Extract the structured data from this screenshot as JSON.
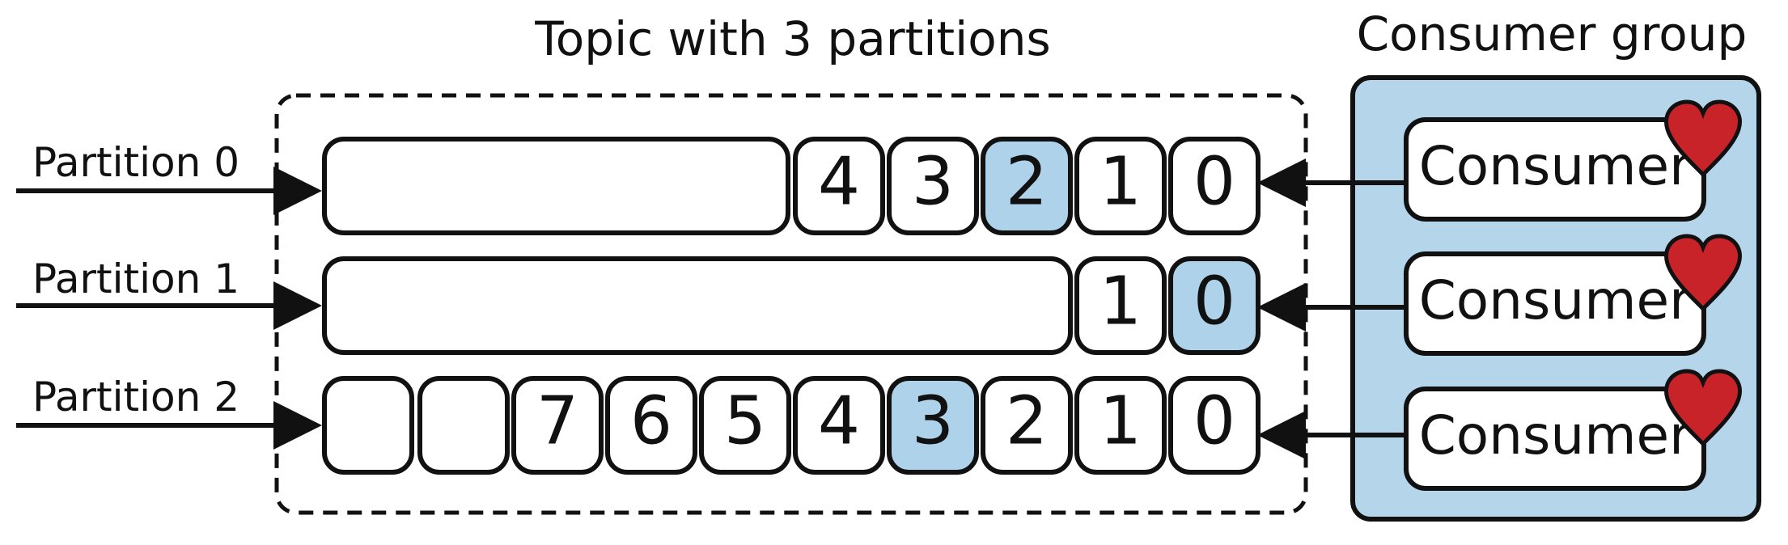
{
  "topic": {
    "title": "Topic with 3 partitions",
    "partitions": [
      {
        "label": "Partition 0",
        "cells": [
          "4",
          "3",
          "2",
          "1",
          "0"
        ],
        "highlighted": "2"
      },
      {
        "label": "Partition 1",
        "cells": [
          "1",
          "0"
        ],
        "highlighted": "0"
      },
      {
        "label": "Partition 2",
        "cells": [
          "",
          "",
          "7",
          "6",
          "5",
          "4",
          "3",
          "2",
          "1",
          "0"
        ],
        "highlighted": "3"
      }
    ]
  },
  "consumer_group": {
    "title": "Consumer group",
    "consumers": [
      {
        "label": "Consumer",
        "status_icon": "heart-icon"
      },
      {
        "label": "Consumer",
        "status_icon": "heart-icon"
      },
      {
        "label": "Consumer",
        "status_icon": "heart-icon"
      }
    ]
  },
  "colors": {
    "highlight": "#aed2ea",
    "group_fill": "#b5d5eb",
    "heart": "#c9232a",
    "stroke": "#111111"
  }
}
